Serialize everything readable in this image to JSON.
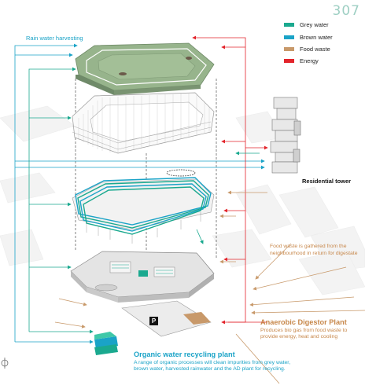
{
  "page_number": "307",
  "legend": {
    "items": [
      {
        "label": "Grey water",
        "color": "#1aa98f"
      },
      {
        "label": "Brown water",
        "color": "#1aa3c7"
      },
      {
        "label": "Food waste",
        "color": "#c8996a"
      },
      {
        "label": "Energy",
        "color": "#e3242b"
      }
    ]
  },
  "labels": {
    "rain_water": "Rain water harvesting",
    "residential_tower": "Residential tower",
    "food_waste_note": "Food waste is gathered from the neighbourhood in return for digestate",
    "parking": "P"
  },
  "anaerobic_plant": {
    "title": "Anaerobic Digestor Plant",
    "description": "Produces bio gas from food waste to provide energy, heat and cooling"
  },
  "organic_water_plant": {
    "title": "Organic water recycling plant",
    "description": "A range of organic processes will clean impurities from grey water, brown water, harvested rainwater and the AD plant for recycling."
  }
}
